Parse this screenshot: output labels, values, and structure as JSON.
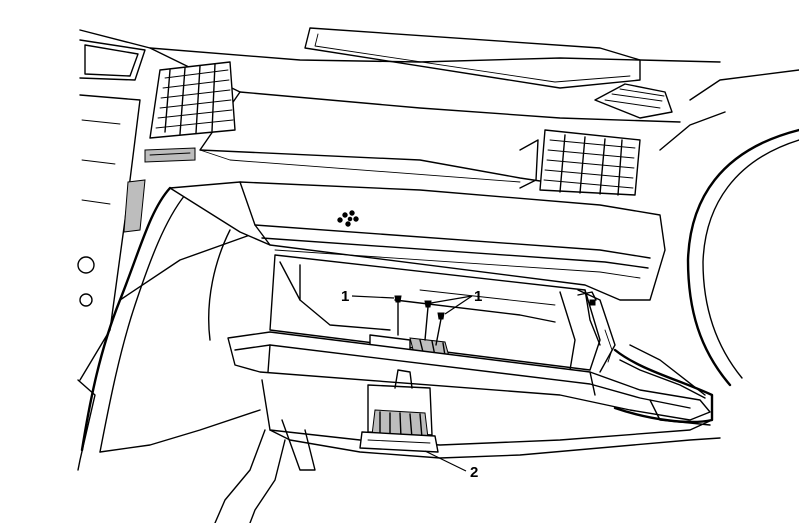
{
  "figure": {
    "callouts": [
      {
        "label": "1"
      },
      {
        "label": "1"
      },
      {
        "label": "2"
      }
    ]
  }
}
